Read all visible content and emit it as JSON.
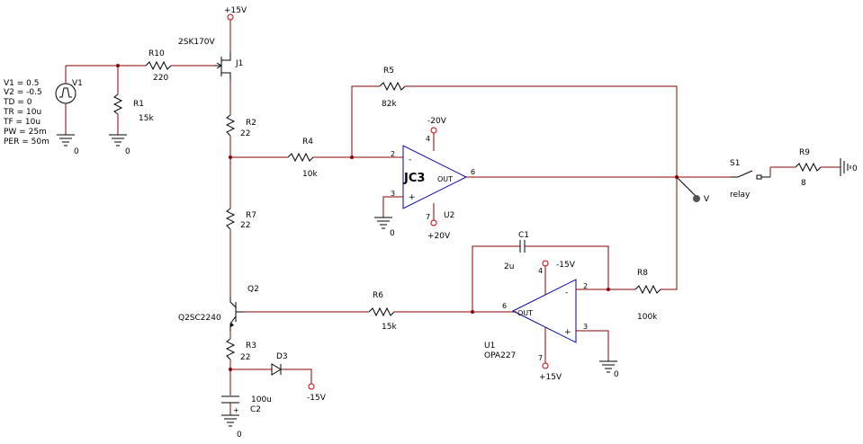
{
  "source": {
    "name": "V1",
    "params": [
      "V1 = 0.5",
      "V2 = -0.5",
      "TD = 0",
      "TR = 10u",
      "TF = 10u",
      "PW = 25m",
      "PER = 50m"
    ],
    "ground": "0"
  },
  "r1": {
    "name": "R1",
    "value": "15k"
  },
  "r1_ground": "0",
  "r10": {
    "name": "R10",
    "value": "220"
  },
  "j1": {
    "name": "J1",
    "part": "2SK170V",
    "supply": "+15V"
  },
  "r2": {
    "name": "R2",
    "value": "22"
  },
  "r7": {
    "name": "R7",
    "value": "22"
  },
  "q2": {
    "name": "Q2",
    "part": "Q2SC2240"
  },
  "r3": {
    "name": "R3",
    "value": "22"
  },
  "d3": {
    "name": "D3",
    "supply": "-15V"
  },
  "c2": {
    "name": "C2",
    "value": "100u",
    "ground": "0"
  },
  "r4": {
    "name": "R4",
    "value": "10k"
  },
  "r5": {
    "name": "R5",
    "value": "82k"
  },
  "u2": {
    "name": "U2",
    "label": "JC3",
    "out_label": "OUT",
    "vneg": "-20V",
    "vpos": "+20V",
    "pin_out": "6",
    "pin_inv": "2",
    "pin_noninv": "3",
    "pin_vneg": "4",
    "pin_vpos": "7",
    "minus": "-",
    "plus": "+",
    "ground": "0"
  },
  "probe": {
    "label": "V"
  },
  "s1": {
    "name": "S1",
    "label": "relay"
  },
  "r9": {
    "name": "R9",
    "value": "8",
    "ground": "0"
  },
  "r6": {
    "name": "R6",
    "value": "15k"
  },
  "c1": {
    "name": "C1",
    "value": "2u"
  },
  "r8": {
    "name": "R8",
    "value": "100k"
  },
  "u1": {
    "name": "U1",
    "part": "OPA227",
    "out_label": "OUT",
    "vneg": "-15V",
    "vpos": "+15V",
    "pin_out": "6",
    "pin_inv": "2",
    "pin_noninv": "3",
    "pin_vneg": "4",
    "pin_vpos": "7",
    "minus": "-",
    "plus": "+",
    "ground": "0"
  },
  "colors": {
    "wire": "#8b0000",
    "part": "#000000",
    "pin": "#006400",
    "opamp": "#0000aa",
    "terminal": "#cc0000"
  }
}
